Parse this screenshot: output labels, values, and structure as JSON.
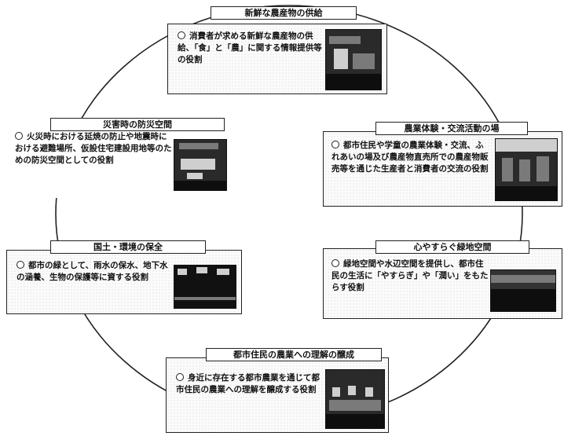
{
  "panels": {
    "top": {
      "title": "新鮮な農産物の供給",
      "text": "消費者が求める新鮮な農産物の供給、「食」と「農」に関する情報提供等の役割",
      "photo_icon": "photo-market"
    },
    "upper_left": {
      "title": "災害時の防災空間",
      "text": "火災時における延焼の防止や地震時における避難場所、仮設住宅建設用地等のための防災空間としての役割",
      "photo_icon": "photo-disaster-sign"
    },
    "upper_right": {
      "title": "農業体験・交流活動の場",
      "text": "都市住民や学童の農業体験・交流、ふれあいの場及び農産物直売所での農産物販売等を通じた生産者と消費者の交流の役割",
      "photo_icon": "photo-farm-experience"
    },
    "lower_left": {
      "title": "国土・環境の保全",
      "text": "都市の緑として、雨水の保水、地下水の涵養、生物の保護等に資する役割",
      "photo_icon": "photo-green-field"
    },
    "lower_right": {
      "title": "心やすらぐ緑地空間",
      "text": "緑地空間や水辺空間を提供し、都市住民の生活に「やすらぎ」や「潤い」をもたらす役割",
      "photo_icon": "photo-landscape"
    },
    "bottom": {
      "title": "都市住民の農業への理解の醸成",
      "text": "身近に存在する都市農業を通じて都市住民の農業への理解を醸成する役割",
      "photo_icon": "photo-students"
    }
  },
  "colors": {
    "line": "#222222",
    "panel_bg": "#fbfbfb",
    "photo": "#2a2a2a"
  }
}
